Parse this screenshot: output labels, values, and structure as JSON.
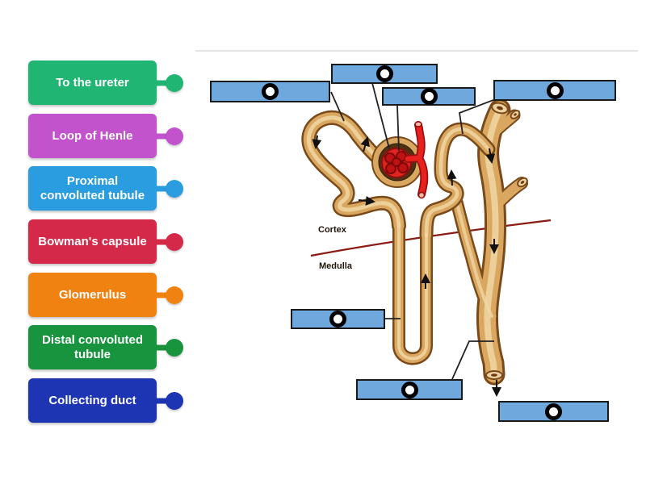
{
  "labels": [
    {
      "text": "To the ureter",
      "color": "#21B573"
    },
    {
      "text": "Loop of Henle",
      "color": "#C253CC"
    },
    {
      "text": "Proximal convoluted tubule",
      "color": "#2A9CE0"
    },
    {
      "text": "Bowman's capsule",
      "color": "#D5294A"
    },
    {
      "text": "Glomerulus",
      "color": "#F08212"
    },
    {
      "text": "Distal convoluted tubule",
      "color": "#17943D"
    },
    {
      "text": "Collecting duct",
      "color": "#1D34B3"
    }
  ],
  "diagram": {
    "zone_fill": "#6FA8DC",
    "zone_border": "#1A1A1A",
    "zone_count": 7,
    "annotations": {
      "cortex": "Cortex",
      "medulla": "Medulla"
    },
    "boundary_color": "#8B1A12",
    "tube_color": "#D9A75F",
    "tube_outline": "#7A4A1A",
    "vessel_color": "#E8201E",
    "divider_color": "#DCDCDC"
  }
}
